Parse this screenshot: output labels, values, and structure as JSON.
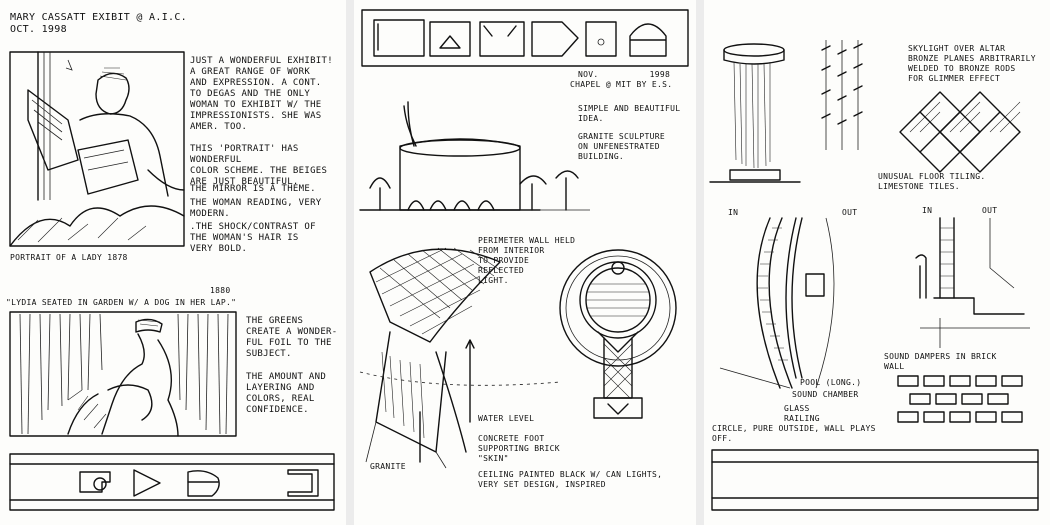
{
  "left_page": {
    "title": "MARY CASSATT EXIBIT @ A.I.C.",
    "date": "OCT. 1998",
    "note1": "JUST A WONDERFUL EXHIBIT!\nA GREAT RANGE OF WORK\nAND EXPRESSION. A CONT.\nTO DEGAS AND THE ONLY\nWOMAN TO EXHIBIT W/ THE\nIMPRESSIONISTS. SHE WAS\nAMER. TOO.",
    "note2": "THIS 'PORTRAIT' HAS WONDERFUL\nCOLOR SCHEME. THE BEIGES\nARE JUST BEAUTIFUL.",
    "note3": "THE MIRROR IS A THEME.",
    "note4": "THE WOMAN READING, VERY\nMODERN.",
    "note5": ".THE SHOCK/CONTRAST OF\nTHE WOMAN'S HAIR IS\nVERY BOLD.",
    "caption1": "PORTRAIT OF A LADY 1878",
    "caption2_year": "1880",
    "caption2": "\"LYDIA SEATED IN GARDEN W/ A DOG IN HER LAP.\"",
    "note6": "THE GREENS\nCREATE A WONDER-\nFUL FOIL TO THE\nSUBJECT.",
    "note7": "THE AMOUNT AND\nLAYERING AND\nCOLORS, REAL\nCONFIDENCE."
  },
  "middle_page": {
    "header_date": "NOV.          1998",
    "header_title": "CHAPEL @ MIT BY E.S.",
    "note1": "SIMPLE AND BEAUTIFUL\nIDEA.",
    "note2": "GRANITE SCULPTURE\nON UNFENESTRATED\nBUILDING.",
    "note3": "PERIMETER WALL HELD\nFROM INTERIOR\nTO PROVIDE\nREFLECTED\nLIGHT.",
    "label_water": "WATER LEVEL",
    "note4": "CONCRETE FOOT\nSUPPORTING BRICK\n\"SKIN\"",
    "label_granite": "GRANITE",
    "note5": "CEILING PAINTED BLACK W/ CAN LIGHTS,\nVERY SET DESIGN, INSPIRED"
  },
  "right_page": {
    "note1": "SKYLIGHT OVER ALTAR\nBRONZE PLANES ARBITRARILY\nWELDED TO BRONZE RODS\nFOR GLIMMER EFFECT",
    "note2": "UNUSUAL FLOOR TILING.\nLIMESTONE TILES.",
    "label_in1": "IN",
    "label_out1": "OUT",
    "label_in2": "IN",
    "label_out2": "OUT",
    "label_pool": "POOL (LONG.)",
    "label_sound": "SOUND CHAMBER",
    "label_glass": "GLASS\nRAILING",
    "note3": "SOUND DAMPERS IN BRICK\nWALL",
    "note4": "CIRCLE, PURE OUTSIDE, WALL PLAYS\nOFF."
  }
}
